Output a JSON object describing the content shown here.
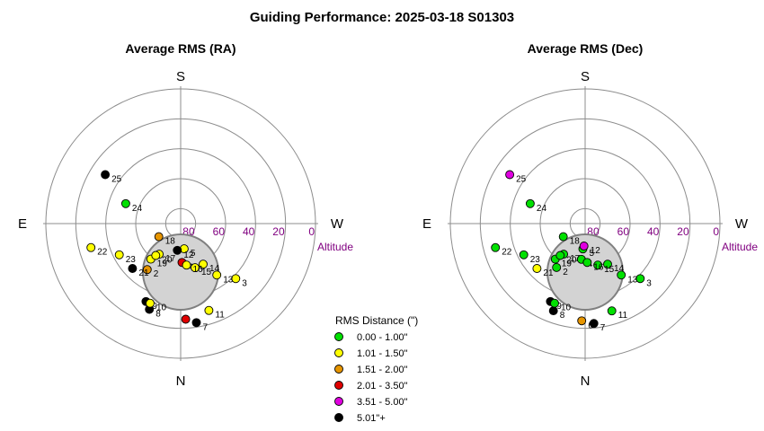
{
  "chart_data": {
    "type": "scatter",
    "title": "Guiding Performance: 2025-03-18 S01303",
    "directions": {
      "north": "N",
      "south": "S",
      "east": "E",
      "west": "W"
    },
    "altitude_ticks": [
      "80",
      "60",
      "40",
      "20",
      "0"
    ],
    "altitude_label": "Altitude",
    "legend": {
      "title": "RMS Distance (\")",
      "items": [
        {
          "label": "0.00 - 1.00\"",
          "color": "#00e000"
        },
        {
          "label": "1.01 - 1.50\"",
          "color": "#ffff00"
        },
        {
          "label": "1.51 - 2.00\"",
          "color": "#e69500"
        },
        {
          "label": "2.01 - 3.50\"",
          "color": "#e00000"
        },
        {
          "label": "3.51 - 5.00\"",
          "color": "#e000e0"
        },
        {
          "label": "5.01\"+",
          "color": "#000000"
        }
      ]
    },
    "panels": [
      {
        "subtitle": "Average RMS (RA)",
        "points": [
          {
            "label": "2",
            "az": 216,
            "alt": 52,
            "bin": 2
          },
          {
            "label": "3",
            "az": 135,
            "alt": 38,
            "bin": 1
          },
          {
            "label": "4",
            "az": 178,
            "alt": 64,
            "bin": 3
          },
          {
            "label": "5",
            "az": 172,
            "alt": 73,
            "bin": 1
          },
          {
            "label": "6",
            "az": 177,
            "alt": 26,
            "bin": 3
          },
          {
            "label": "7",
            "az": 171,
            "alt": 23,
            "bin": 5
          },
          {
            "label": "8",
            "az": 200,
            "alt": 29,
            "bin": 5
          },
          {
            "label": "9",
            "az": 204,
            "alt": 33,
            "bin": 5
          },
          {
            "label": "10",
            "az": 201,
            "alt": 33,
            "bin": 1
          },
          {
            "label": "11",
            "az": 162,
            "alt": 29,
            "bin": 1
          },
          {
            "label": "12",
            "az": 187,
            "alt": 72,
            "bin": 5
          },
          {
            "label": "13",
            "az": 145,
            "alt": 48,
            "bin": 1
          },
          {
            "label": "14",
            "az": 151,
            "alt": 59,
            "bin": 1
          },
          {
            "label": "15",
            "az": 162,
            "alt": 59,
            "bin": 1
          },
          {
            "label": "16",
            "az": 172,
            "alt": 62,
            "bin": 1
          },
          {
            "label": "17",
            "az": 215,
            "alt": 65,
            "bin": 1
          },
          {
            "label": "18",
            "az": 239,
            "alt": 73,
            "bin": 2
          },
          {
            "label": "19",
            "az": 220,
            "alt": 59,
            "bin": 1
          },
          {
            "label": "20",
            "az": 218,
            "alt": 63,
            "bin": 1
          },
          {
            "label": "21",
            "az": 227,
            "alt": 46,
            "bin": 5
          },
          {
            "label": "22",
            "az": 255,
            "alt": 28,
            "bin": 1
          },
          {
            "label": "23",
            "az": 243,
            "alt": 44,
            "bin": 1
          },
          {
            "label": "24",
            "az": 290,
            "alt": 51,
            "bin": 0
          },
          {
            "label": "25",
            "az": 303,
            "alt": 30,
            "bin": 5
          }
        ]
      },
      {
        "subtitle": "Average RMS (Dec)",
        "points": [
          {
            "label": "2",
            "az": 213,
            "alt": 55,
            "bin": 0
          },
          {
            "label": "3",
            "az": 135,
            "alt": 38,
            "bin": 0
          },
          {
            "label": "4",
            "az": 186,
            "alt": 66,
            "bin": 0
          },
          {
            "label": "5",
            "az": 185,
            "alt": 73,
            "bin": 0
          },
          {
            "label": "6",
            "az": 182,
            "alt": 25,
            "bin": 2
          },
          {
            "label": "7",
            "az": 175,
            "alt": 23,
            "bin": 5
          },
          {
            "label": "8",
            "az": 200,
            "alt": 28,
            "bin": 5
          },
          {
            "label": "9",
            "az": 204,
            "alt": 33,
            "bin": 5
          },
          {
            "label": "10",
            "az": 201,
            "alt": 33,
            "bin": 0
          },
          {
            "label": "11",
            "az": 163,
            "alt": 29,
            "bin": 0
          },
          {
            "label": "12",
            "az": 183,
            "alt": 75,
            "bin": 4
          },
          {
            "label": "13",
            "az": 145,
            "alt": 48,
            "bin": 0
          },
          {
            "label": "14",
            "az": 151,
            "alt": 59,
            "bin": 0
          },
          {
            "label": "15",
            "az": 163,
            "alt": 61,
            "bin": 0
          },
          {
            "label": "16",
            "az": 177,
            "alt": 64,
            "bin": 0
          },
          {
            "label": "17",
            "az": 215,
            "alt": 65,
            "bin": 0
          },
          {
            "label": "18",
            "az": 239,
            "alt": 73,
            "bin": 0
          },
          {
            "label": "19",
            "az": 220,
            "alt": 59,
            "bin": 0
          },
          {
            "label": "20",
            "az": 218,
            "alt": 63,
            "bin": 0
          },
          {
            "label": "21",
            "az": 227,
            "alt": 46,
            "bin": 1
          },
          {
            "label": "22",
            "az": 255,
            "alt": 28,
            "bin": 0
          },
          {
            "label": "23",
            "az": 243,
            "alt": 44,
            "bin": 0
          },
          {
            "label": "24",
            "az": 290,
            "alt": 51,
            "bin": 0
          },
          {
            "label": "25",
            "az": 303,
            "alt": 30,
            "bin": 4
          }
        ]
      }
    ]
  }
}
